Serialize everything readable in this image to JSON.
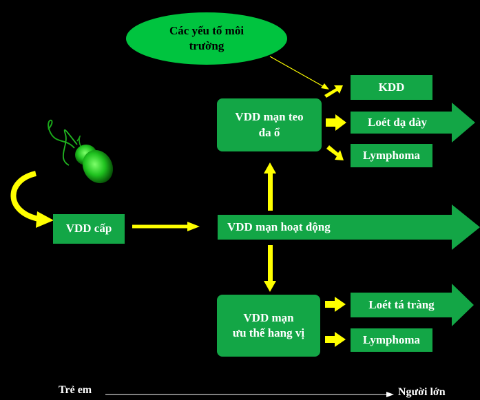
{
  "colors": {
    "background": "#000000",
    "box_green": "#13a646",
    "ellipse_green": "#00c43f",
    "arrow_yellow": "#ffff00",
    "text_white": "#ffffff",
    "text_black": "#000000"
  },
  "nodes": {
    "environment": "Các yếu tố môi\ntrường",
    "acute": "VDD cấp",
    "active": "VDD mạn hoạt động",
    "atrophic": "VDD mạn teo\nđa ổ",
    "antral": "VDD mạn\nưu thế hang vị",
    "kdd": "KDD",
    "gastric_ulcer": "Loét dạ dày",
    "lymphoma_top": "Lymphoma",
    "duodenal_ulcer": "Loét tá tràng",
    "lymphoma_bottom": "Lymphoma"
  },
  "timeline": {
    "start": "Trẻ em",
    "end": "Người lớn"
  },
  "icons": {
    "bacterium": "helicobacter-bacterium-icon"
  }
}
